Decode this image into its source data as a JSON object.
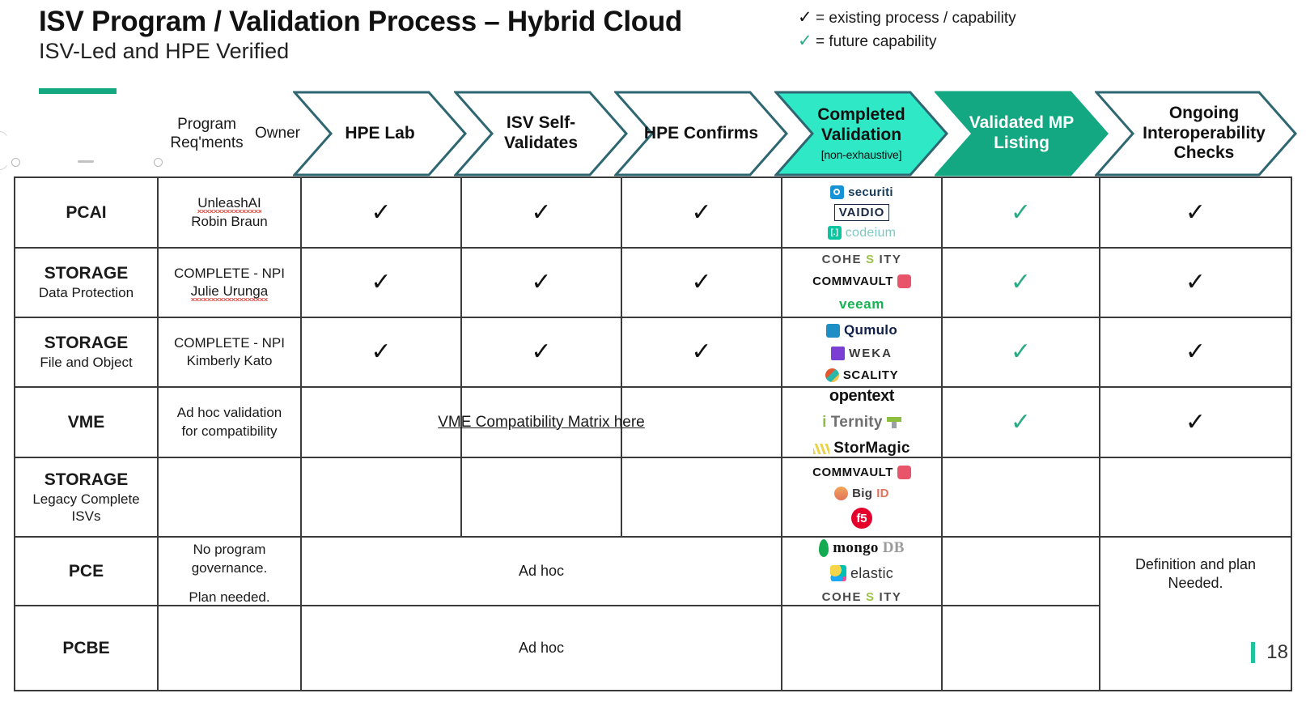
{
  "header": {
    "title": "ISV Program / Validation Process – Hybrid Cloud",
    "subtitle": "ISV-Led and HPE Verified",
    "legend": [
      {
        "icon": "check-icon",
        "color": "#111111",
        "text": "= existing process / capability"
      },
      {
        "icon": "check-icon",
        "color": "#2bab85",
        "text": "= future capability"
      }
    ],
    "accent_color": "#13a87f"
  },
  "columns": {
    "segment": "",
    "owner": "Program Req'ments\nOwner",
    "owner_line1": "Program Req'ments",
    "owner_line2": "Owner",
    "chevrons": [
      {
        "label": "HPE Lab",
        "sub": "",
        "fill": "#ffffff",
        "stroke": "#2e6672",
        "text_color": "#111111"
      },
      {
        "label_line1": "ISV Self-",
        "label_line2": "Validates",
        "sub": "",
        "fill": "#ffffff",
        "stroke": "#2e6672",
        "text_color": "#111111"
      },
      {
        "label": "HPE Confirms",
        "sub": "",
        "fill": "#ffffff",
        "stroke": "#2e6672",
        "text_color": "#111111"
      },
      {
        "label_line1": "Completed",
        "label_line2": "Validation",
        "sub": "[non-exhaustive]",
        "fill": "#2ee8c6",
        "stroke": "#2e6672",
        "text_color": "#111111"
      },
      {
        "label_line1": "Validated MP",
        "label_line2": "Listing",
        "sub": "",
        "fill": "#14a882",
        "stroke": "#14a882",
        "text_color": "#ffffff"
      },
      {
        "label_line1": "Ongoing",
        "label_line2": "Interoperability",
        "label_line3": "Checks",
        "sub": "",
        "fill": "#ffffff",
        "stroke": "#2e6672",
        "text_color": "#111111"
      }
    ]
  },
  "rows": [
    {
      "segment_title": "PCAI",
      "segment_sub": "",
      "owner_line1": "UnleashAI",
      "owner_line2": "Robin Braun",
      "owner_misspelled_1": true,
      "hpe_lab": "✓",
      "isv_self": "✓",
      "hpe_confirms": "✓",
      "logos": [
        "securiti",
        "VAIDIO",
        "codeium"
      ],
      "validated_mp": "✓",
      "ongoing": "✓"
    },
    {
      "segment_title": "STORAGE",
      "segment_sub": "Data Protection",
      "owner_line1": "COMPLETE - NPI",
      "owner_line2": "Julie Urunga",
      "hpe_lab": "✓",
      "isv_self": "✓",
      "hpe_confirms": "✓",
      "logos": [
        "COHESITY",
        "COMMVAULT",
        "veeam"
      ],
      "validated_mp": "✓",
      "ongoing": "✓"
    },
    {
      "segment_title": "STORAGE",
      "segment_sub": "File and Object",
      "owner_line1": "COMPLETE - NPI",
      "owner_line2": "Kimberly Kato",
      "hpe_lab": "✓",
      "isv_self": "✓",
      "hpe_confirms": "✓",
      "logos": [
        "Qumulo",
        "WEKA",
        "SCALITY"
      ],
      "validated_mp": "✓",
      "ongoing": "✓"
    },
    {
      "segment_title": "VME",
      "segment_sub": "",
      "owner_line1": "Ad hoc validation",
      "owner_line2": "for compatibility",
      "merged_link": "VME Compatibility Matrix here",
      "logos": [
        "opentext",
        "iTernity",
        "StorMagic"
      ],
      "validated_mp": "✓",
      "ongoing": "✓"
    },
    {
      "segment_title": "STORAGE",
      "segment_sub_line1": "Legacy Complete",
      "segment_sub_line2": "ISVs",
      "hpe_lab": "",
      "isv_self": "",
      "hpe_confirms": "",
      "logos": [
        "COMMVAULT",
        "BigID",
        "F5"
      ],
      "validated_mp": "",
      "ongoing": ""
    },
    {
      "segment_title": "PCE",
      "segment_sub": "",
      "merged_text": "Ad hoc",
      "logos": [
        "mongoDB",
        "elastic",
        "COHESITY"
      ],
      "validated_mp": "",
      "ongoing": ""
    },
    {
      "segment_title": "PCBE",
      "segment_sub": "",
      "merged_text": "Ad hoc",
      "logos": [],
      "validated_mp": "",
      "ongoing": ""
    }
  ],
  "merged_cells": {
    "owner_no_governance_line1": "No program",
    "owner_no_governance_line2": "governance.",
    "owner_no_governance_line3": "Plan needed.",
    "ongoing_definition_line1": "Definition and plan",
    "ongoing_definition_line2": "Needed."
  },
  "footer": {
    "page_number": "18",
    "page_tick_color": "#1fc39c"
  },
  "logo_text": {
    "securiti": "securiti",
    "vaidio": "VAIDIO",
    "codeium": "codeium",
    "cohesity_a": "COHE",
    "cohesity_s": "S",
    "cohesity_b": "ITY",
    "commvault": "COMMVAULT",
    "veeam": "veeam",
    "qumulo": "Qumulo",
    "weka": "WEKA",
    "scality": "SCALITY",
    "opentext": "opentext",
    "iternity_a": "i",
    "iternity_b": "Ternity",
    "stormagic": "StorMagic",
    "bigid_a": "Big",
    "bigid_b": "ID",
    "f5": "f5",
    "mongodb_a": "mongo",
    "mongodb_b": "DB",
    "elastic": "elastic"
  }
}
